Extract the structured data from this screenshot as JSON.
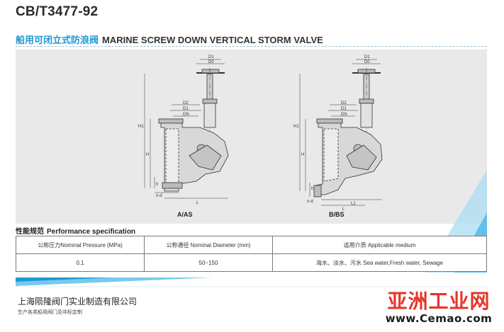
{
  "header": {
    "code": "CB/T3477-92",
    "name_cn": "船用可闭立式防浪阀",
    "name_en": "MARINE SCREW DOWN VERTICAL STORM VALVE"
  },
  "drawings": [
    {
      "caption": "A/AS",
      "dims": [
        "D1",
        "D0",
        "D2",
        "D1",
        "DN",
        "H1",
        "H",
        "h",
        "L",
        "n-d"
      ]
    },
    {
      "caption": "B/BS",
      "dims": [
        "D1",
        "D0",
        "D2",
        "D1",
        "DN",
        "H1",
        "H",
        "h",
        "L1",
        "L",
        "n-d"
      ]
    }
  ],
  "spec": {
    "heading_cn": "性能规范",
    "heading_en": "Performance specification",
    "columns": [
      "公称压力Nominal Pressure (MPa)",
      "公称通径 Nominal Diameter (mm)",
      "适用介质 Applicable medium"
    ],
    "rows": [
      [
        "0.1",
        "50~150",
        "海水、淡水、污水 Sea water,Fresh water, Sewage"
      ]
    ]
  },
  "footer": {
    "company": "上海陨隆阀门实业制造有限公司",
    "tagline": "生产各类船用阀门及非标定制"
  },
  "watermark": {
    "text_cn": "亚洲工业网",
    "url": "www.Cemao.com"
  },
  "colors": {
    "accent_blue": "#1f98d4",
    "panel_gray": "#e9e9e9",
    "watermark_red": "#e6342a"
  }
}
